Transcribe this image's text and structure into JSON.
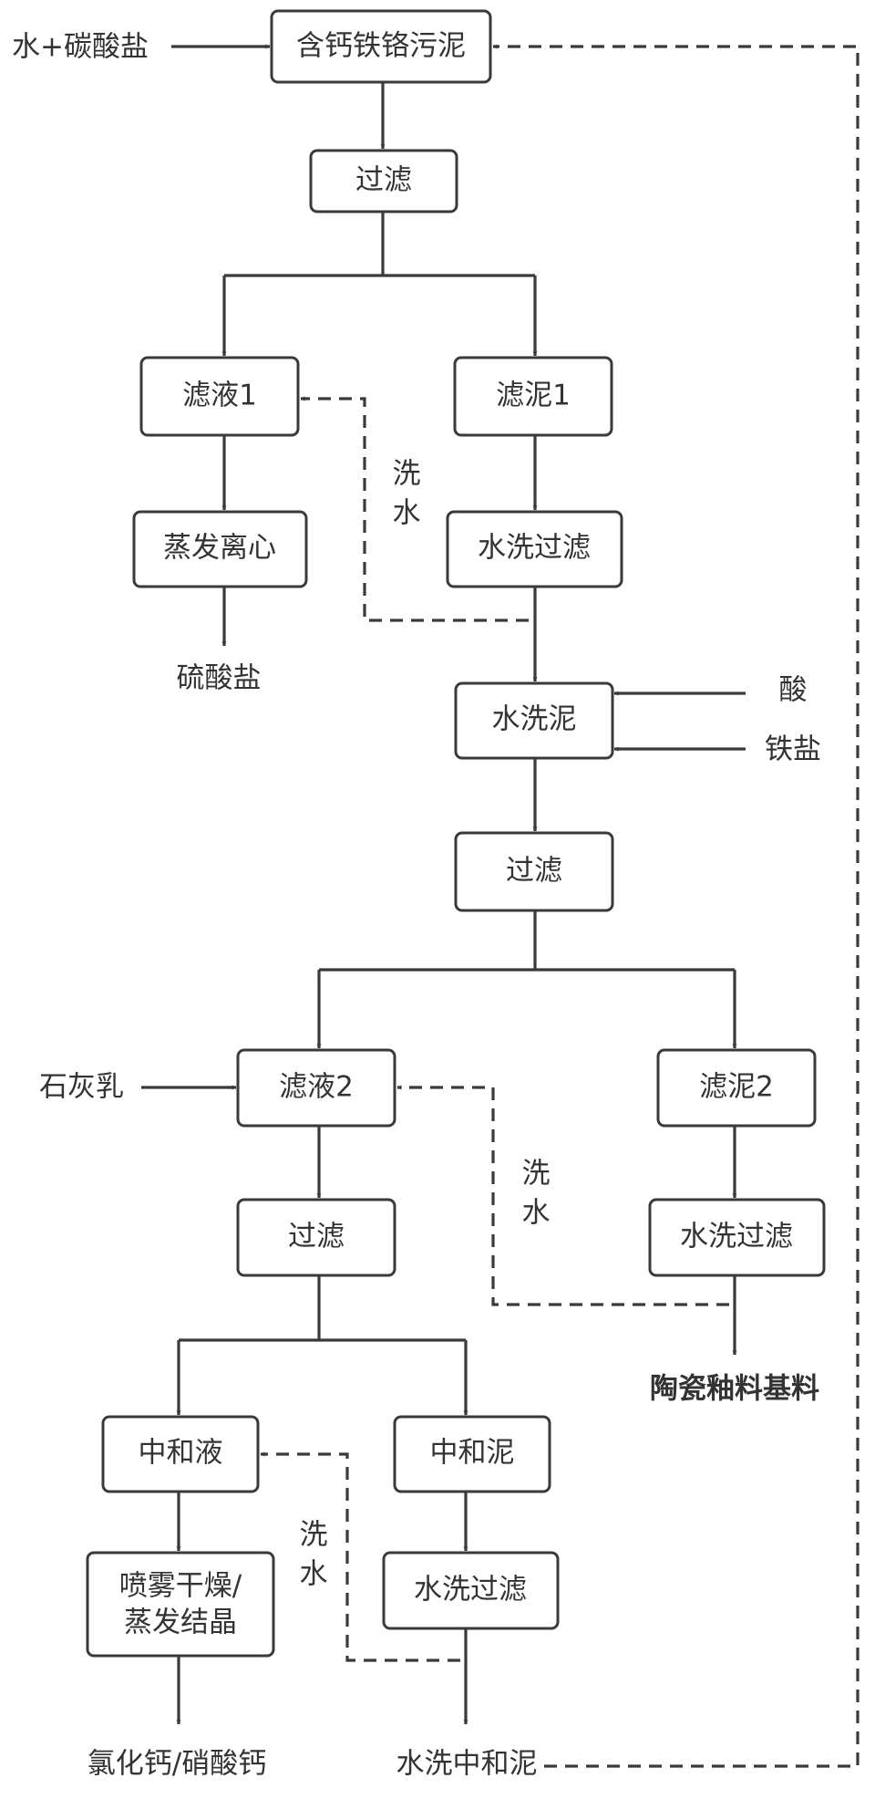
{
  "nodes": {
    "sludge": "含钙铁铬污泥",
    "filter_1": "过滤",
    "filtrate_1": "滤液1",
    "filter_mud_1": "滤泥1",
    "evaporate_centrifuge": "蒸发离心",
    "wash_filter_1": "水洗过滤",
    "washed_mud": "水洗泥",
    "filter_2": "过滤",
    "filtrate_2": "滤液2",
    "filter_mud_2": "滤泥2",
    "filter_3": "过滤",
    "wash_filter_2": "水洗过滤",
    "neutral_liquid": "中和液",
    "neutral_mud": "中和泥",
    "spray_dry_line1": "喷雾干燥/",
    "spray_dry_line2": "蒸发结晶",
    "wash_filter_3": "水洗过滤"
  },
  "inputs": {
    "water_carbonate": "水+碳酸盐",
    "acid": "酸",
    "iron_salt": "铁盐",
    "lime_milk": "石灰乳"
  },
  "outputs": {
    "sulfate": "硫酸盐",
    "ceramic_glaze": "陶瓷釉料基料",
    "calcium_salts": "氯化钙/硝酸钙",
    "washed_neutral_mud": "水洗中和泥"
  },
  "wash_water": {
    "char1": "洗",
    "char2": "水"
  }
}
